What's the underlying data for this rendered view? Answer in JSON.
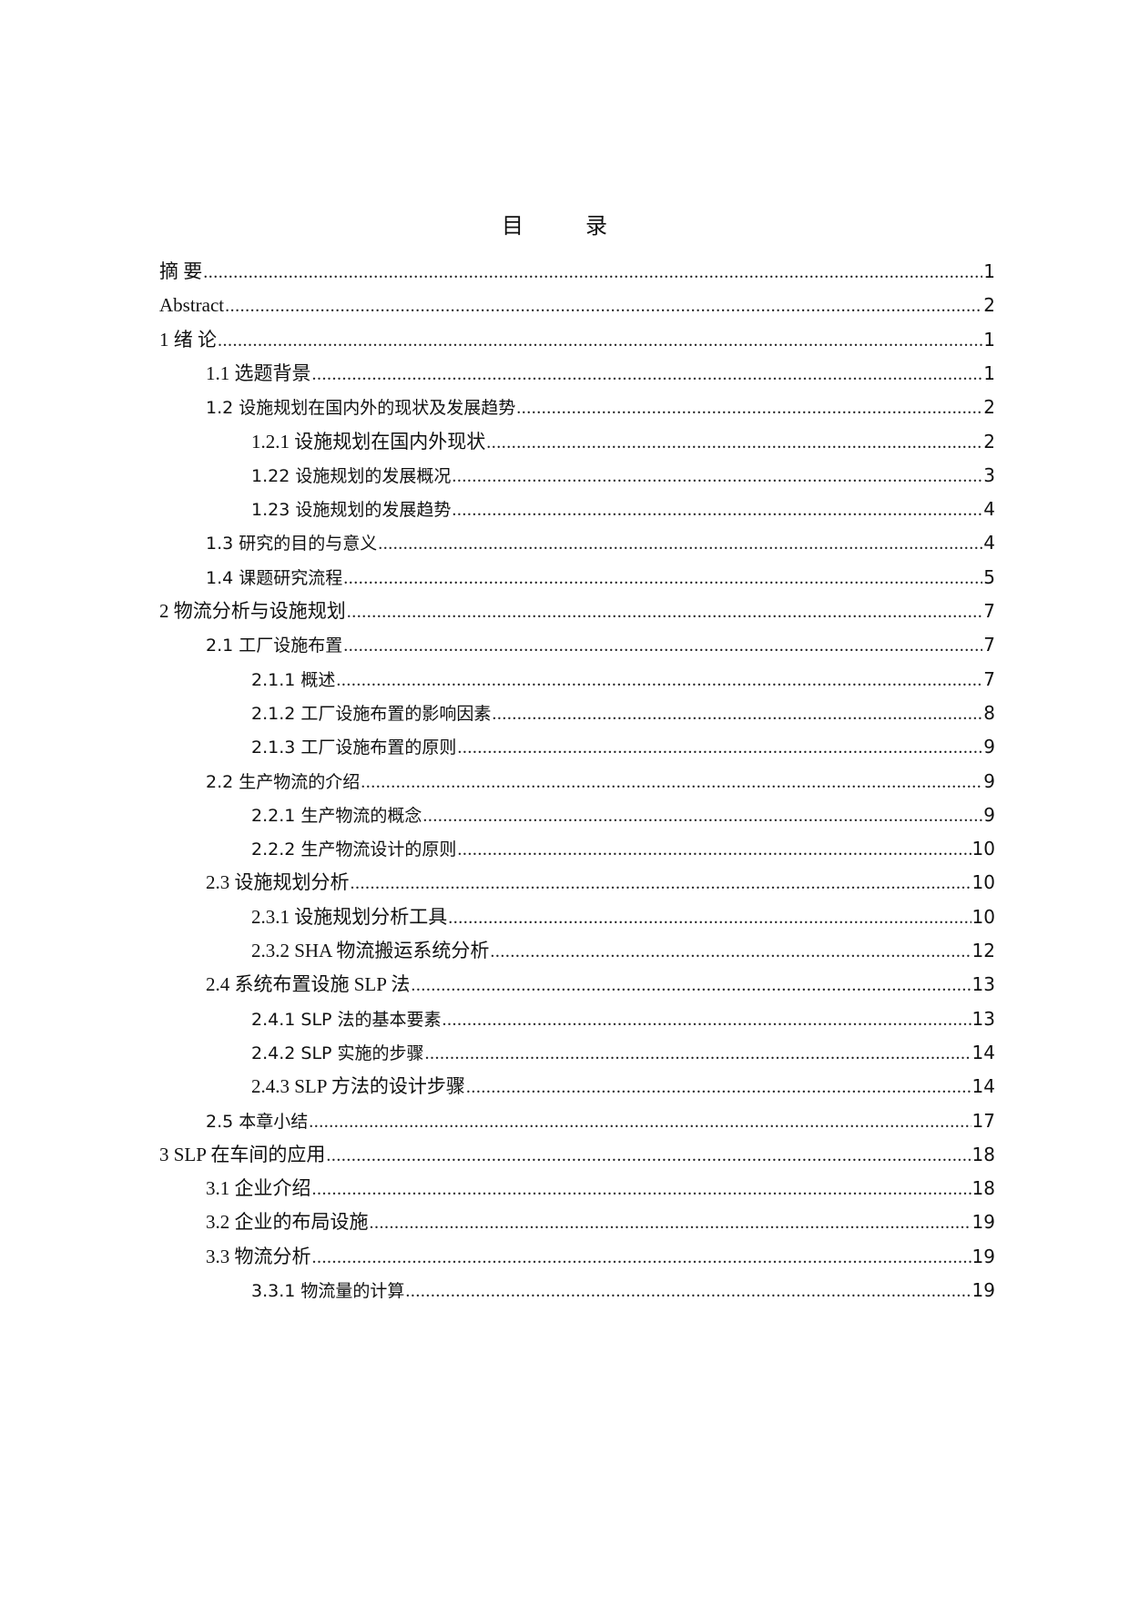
{
  "document": {
    "title": "目　录",
    "entries": [
      {
        "level": 1,
        "font": "serif",
        "label": "摘  要",
        "page": "1"
      },
      {
        "level": 1,
        "font": "serif",
        "label": "Abstract",
        "page": "2"
      },
      {
        "level": 1,
        "font": "serif",
        "label": "1 绪  论",
        "page": "1"
      },
      {
        "level": 2,
        "font": "serif",
        "label": "1.1 选题背景",
        "page": "1"
      },
      {
        "level": 2,
        "font": "sans",
        "label": "1.2 设施规划在国内外的现状及发展趋势",
        "page": "2"
      },
      {
        "level": 3,
        "font": "serif",
        "label": "1.2.1 设施规划在国内外现状",
        "page": "2"
      },
      {
        "level": 3,
        "font": "sans",
        "label": "1.22 设施规划的发展概况",
        "page": "3"
      },
      {
        "level": 3,
        "font": "sans",
        "label": "1.23 设施规划的发展趋势",
        "page": "4"
      },
      {
        "level": 2,
        "font": "sans",
        "label": "1.3 研究的目的与意义",
        "page": "4"
      },
      {
        "level": 2,
        "font": "sans",
        "label": "1.4 课题研究流程",
        "page": "5"
      },
      {
        "level": 1,
        "font": "serif",
        "label": "2 物流分析与设施规划",
        "page": "7"
      },
      {
        "level": 2,
        "font": "sans",
        "label": "2.1 工厂设施布置",
        "page": "7"
      },
      {
        "level": 3,
        "font": "sans",
        "label": "2.1.1 概述",
        "page": "7"
      },
      {
        "level": 3,
        "font": "sans",
        "label": "2.1.2 工厂设施布置的影响因素",
        "page": "8"
      },
      {
        "level": 3,
        "font": "sans",
        "label": "2.1.3 工厂设施布置的原则",
        "page": "9"
      },
      {
        "level": 2,
        "font": "sans",
        "label": "2.2 生产物流的介绍",
        "page": "9"
      },
      {
        "level": 3,
        "font": "sans",
        "label": "2.2.1 生产物流的概念",
        "page": "9"
      },
      {
        "level": 3,
        "font": "sans",
        "label": "2.2.2 生产物流设计的原则",
        "page": "10"
      },
      {
        "level": 2,
        "font": "serif",
        "label": "2.3 设施规划分析",
        "page": "10"
      },
      {
        "level": 3,
        "font": "serif",
        "label": "2.3.1 设施规划分析工具",
        "page": "10"
      },
      {
        "level": 3,
        "font": "serif",
        "label": "2.3.2 SHA 物流搬运系统分析",
        "page": "12"
      },
      {
        "level": 2,
        "font": "serif",
        "label": "2.4 系统布置设施 SLP 法",
        "page": "13"
      },
      {
        "level": 3,
        "font": "sans",
        "label": "2.4.1 SLP 法的基本要素",
        "page": "13"
      },
      {
        "level": 3,
        "font": "sans",
        "label": "2.4.2 SLP 实施的步骤",
        "page": "14"
      },
      {
        "level": 3,
        "font": "serif",
        "label": "2.4.3 SLP 方法的设计步骤",
        "page": "14"
      },
      {
        "level": 2,
        "font": "sans",
        "label": "2.5 本章小结",
        "page": "17"
      },
      {
        "level": 1,
        "font": "serif",
        "label": "3 SLP 在车间的应用",
        "page": "18"
      },
      {
        "level": 2,
        "font": "serif",
        "label": "3.1 企业介绍",
        "page": "18"
      },
      {
        "level": 2,
        "font": "serif",
        "label": "3.2 企业的布局设施",
        "page": "19"
      },
      {
        "level": 2,
        "font": "serif",
        "label": "3.3 物流分析",
        "page": "19"
      },
      {
        "level": 3,
        "font": "sans",
        "label": "3.3.1 物流量的计算",
        "page": "19"
      }
    ]
  }
}
